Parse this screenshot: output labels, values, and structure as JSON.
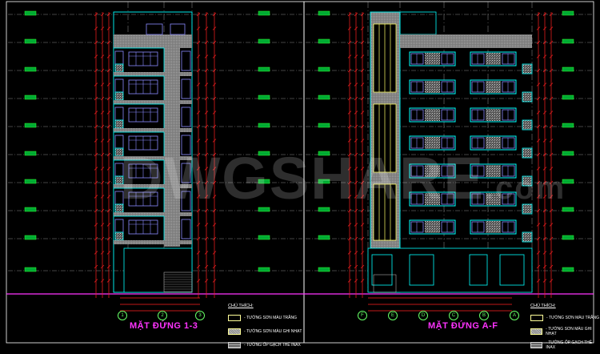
{
  "watermark": {
    "main": "DWGSHARE",
    "suffix": ".com"
  },
  "colors": {
    "background": "#000000",
    "wall": "#00ffff",
    "dimension": "#ff2020",
    "ground": "#ff33ff",
    "level": "#33ff33",
    "window": "#8a8aff",
    "stair_mullion": "#ffff66",
    "grey_wall": "#8c8c8c"
  },
  "left_panel": {
    "title": "MẶT ĐỨNG 1-3",
    "axes": [
      "1",
      "2",
      "3"
    ]
  },
  "right_panel": {
    "title": "MẶT ĐỨNG A-F",
    "axes": [
      "F",
      "E",
      "D",
      "C",
      "B",
      "A"
    ]
  },
  "legend": {
    "heading": "CHÚ THÍCH:",
    "items": [
      {
        "label": "- TƯỜNG SƠN MÀU TRẮNG",
        "swatch": "white"
      },
      {
        "label": "- TƯỜNG SƠN MÀU GHI NHẠT",
        "swatch": "grey"
      },
      {
        "label": "- TƯỜNG ỐP GẠCH THẺ INAX",
        "swatch": "tile"
      }
    ]
  }
}
